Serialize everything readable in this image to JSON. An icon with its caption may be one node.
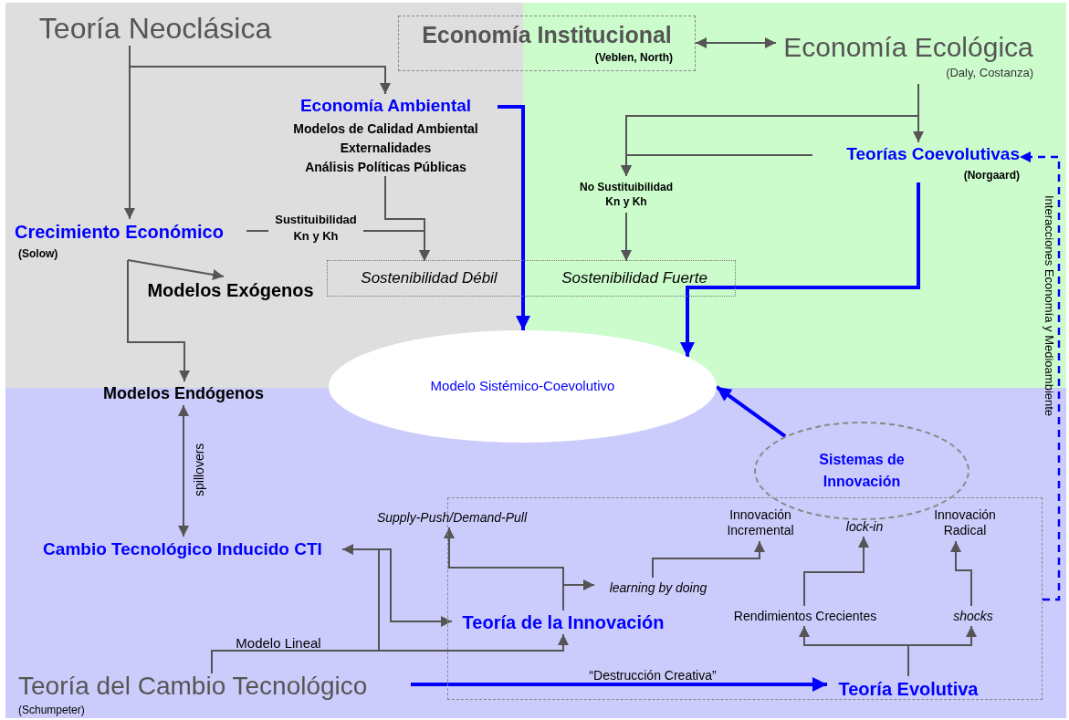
{
  "diagram": {
    "nodes": [
      {
        "text": [
          "Teoría Neoclásica"
        ]
      },
      {
        "text": [
          "Economía Institucional",
          "(Veblen, North)"
        ]
      },
      {
        "text": [
          "Economía Ecológica",
          "(Daly, Costanza)"
        ]
      },
      {
        "text": [
          "Economía Ambiental",
          "Modelos de Calidad Ambiental",
          "Externalidades",
          "Análisis Políticas Públicas"
        ]
      },
      {
        "text": [
          "Crecimiento Económico",
          "(Solow)"
        ]
      },
      {
        "text": [
          "Modelos Exógenos"
        ]
      },
      {
        "text": [],
        "shape": "box"
      },
      {
        "text": [
          "Sostenibilidad Débil"
        ],
        "in": 6
      },
      {
        "text": [
          "Sostenibilidad Fuerte"
        ],
        "in": 6
      },
      {
        "text": [
          "No Sustituibilidad Kn y Kh"
        ]
      },
      {
        "text": [
          "Teorías Coevolutivas",
          "(Norgaard)"
        ]
      },
      {
        "text": [
          "Modelos Endógenos"
        ]
      },
      {
        "text": [
          "Modelo Sistémico-Coevolutivo"
        ]
      },
      {
        "text": [
          "Sistemas de Innovación"
        ]
      },
      {
        "text": [],
        "shape": "box"
      },
      {
        "text": [
          "Cambio Tecnológico Inducido CTI"
        ]
      },
      {
        "text": [
          "Supply-Push/Demand-Pull"
        ]
      },
      {
        "text": [
          "learning by doing"
        ],
        "in": 14
      },
      {
        "text": [
          "Innovación Incremental"
        ],
        "in": 14
      },
      {
        "text": [
          "lock-in"
        ],
        "in": 14
      },
      {
        "text": [
          "Innovación Radical"
        ],
        "in": 14
      },
      {
        "text": [
          "Teoría de la Innovación"
        ],
        "in": 14
      },
      {
        "text": [
          "Rendimientos Crecientes"
        ],
        "in": 14
      },
      {
        "text": [
          "shocks"
        ],
        "in": 14
      },
      {
        "text": [
          "Teoría del Cambio Tecnológico",
          "(Schumpeter)"
        ]
      },
      {
        "text": [
          "Teoría Evolutiva"
        ],
        "in": 14
      }
    ],
    "edges": [
      {
        "from": 0,
        "to": 3,
        "arrow": "to"
      },
      {
        "from": 0,
        "to": 4,
        "arrow": "to"
      },
      {
        "from": 1,
        "to": 2,
        "arrow": "both"
      },
      {
        "from": 2,
        "to": 10,
        "arrow": "to"
      },
      {
        "from": 2,
        "to": 9,
        "arrow": "to"
      },
      {
        "from": 10,
        "to": 9,
        "arrow": "to"
      },
      {
        "from": 9,
        "to": 8,
        "arrow": "to"
      },
      {
        "from": 3,
        "to": 7,
        "arrow": "to"
      },
      {
        "from": 4,
        "to": 7,
        "arrow": "to",
        "label": "Sustituibilidad Kn y Kh"
      },
      {
        "from": 4,
        "to": 5,
        "arrow": "to"
      },
      {
        "from": 4,
        "to": 11,
        "arrow": "to"
      },
      {
        "from": 3,
        "to": 12,
        "arrow": "to",
        "style": "thick",
        "color": "#0000ff"
      },
      {
        "from": 10,
        "to": 12,
        "arrow": "to",
        "style": "thick",
        "color": "#0000ff"
      },
      {
        "from": 13,
        "to": 12,
        "arrow": "to",
        "style": "thick",
        "color": "#0000ff"
      },
      {
        "from": 11,
        "to": 15,
        "arrow": "both",
        "label": "spillovers"
      },
      {
        "from": 24,
        "to": 15,
        "arrow": "to"
      },
      {
        "from": 24,
        "to": 21,
        "arrow": "to",
        "label": "Modelo Lineal"
      },
      {
        "from": 15,
        "to": 21,
        "arrow": "to"
      },
      {
        "from": 21,
        "to": 16,
        "arrow": "to"
      },
      {
        "from": 21,
        "to": 17,
        "arrow": "to"
      },
      {
        "from": 17,
        "to": 18,
        "arrow": "to"
      },
      {
        "from": 22,
        "to": 19,
        "arrow": "to"
      },
      {
        "from": 23,
        "to": 20,
        "arrow": "to"
      },
      {
        "from": 25,
        "to": 22,
        "arrow": "to"
      },
      {
        "from": 25,
        "to": 23,
        "arrow": "to"
      },
      {
        "from": 24,
        "to": 25,
        "arrow": "to",
        "label": "“Destrucción Creativa”",
        "style": "thick",
        "color": "#0000ff"
      },
      {
        "from": 14,
        "to": 10,
        "arrow": "to",
        "label": "Interacciones Economía y Medioambiente",
        "style": "dashed",
        "color": "#0000ff"
      }
    ]
  }
}
